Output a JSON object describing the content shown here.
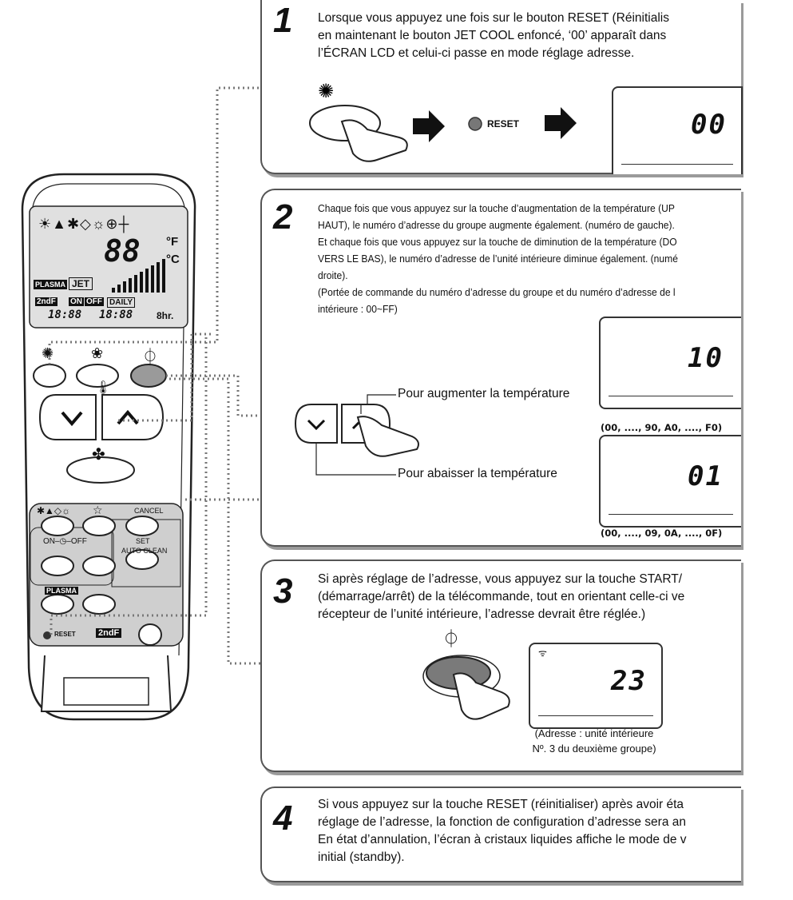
{
  "step1": {
    "number": "1",
    "text": "Lorsque vous appuyez une fois sur le bouton RESET (Réinitialis\nen maintenant le bouton JET COOL enfoncé, ‘00’ apparaît dans\nl’ÉCRAN LCD et celui-ci passe en mode réglage adresse.",
    "reset_label": "RESET",
    "lcd_value": "00"
  },
  "step2": {
    "number": "2",
    "text": "Chaque fois que vous appuyez sur la touche d’augmentation de la température (UP\nHAUT), le numéro d’adresse du groupe augmente également. (numéro de gauche).\nEt chaque fois que vous appuyez sur la touche de diminution de la température (DO\nVERS LE BAS), le numéro d’adresse de l’unité intérieure diminue également. (numé\ndroite).\n(Portée de commande du numéro d’adresse du groupe et du numéro d’adresse de l\nintérieure  : 00~FF)",
    "up_label": "Pour augmenter la température",
    "down_label": "Pour abaisser la température",
    "lcd_up_value": "10",
    "lcd_down_value": "01",
    "range_up": "(00, ...., 90, A0, ...., F0)",
    "range_down": "(00, ...., 09, 0A, ...., 0F)"
  },
  "step3": {
    "number": "3",
    "text": "Si après réglage de l’adresse, vous appuyez sur la touche START/\n(démarrage/arrêt) de la télécommande, tout en orientant celle-ci ve\nrécepteur de l’unité intérieure, l’adresse devrait être réglée.)",
    "lcd_value": "23",
    "caption": "(Adresse : unité intérieure\nNº. 3 du deuxième groupe)"
  },
  "step4": {
    "number": "4",
    "text": "Si vous appuyez sur la touche RESET (réinitialiser) après avoir éta\nréglage de l’adresse, la fonction de configuration d’adresse sera an\nEn état d’annulation, l’écran à cristaux liquides affiche le mode de v\ninitial (standby)."
  },
  "remote": {
    "plasma_label": "PLASMA",
    "jet_label": "JET",
    "second_f_label": "2ndF",
    "on_label": "ON",
    "off_label": "OFF",
    "daily_label": "DAILY",
    "lcd_temp": "88",
    "unit_f": "°F",
    "unit_c": "°C",
    "time_left": "18:88",
    "time_right": "18:88",
    "hr_label": "8hr.",
    "cancel_label": "CANCEL",
    "set_label": "SET",
    "on_off_label": "ON–◷–OFF",
    "auto_clean_label": "AUTO CLEAN",
    "plasma_button_label": "PLASMA",
    "reset_label": "RESET",
    "second_f_button": "2ndF"
  }
}
